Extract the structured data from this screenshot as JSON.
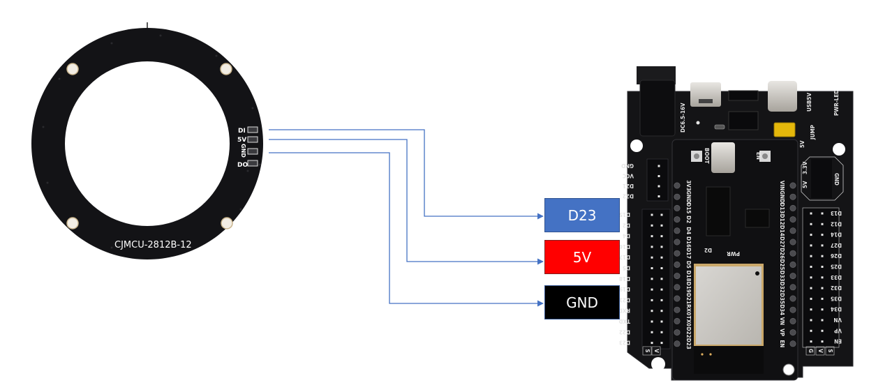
{
  "diagram": {
    "title": "WS2812B 12-LED ring to ESP32 wiring",
    "colors": {
      "wire": "#4472c4",
      "d23_box": "#4472c4",
      "v5_box": "#ff0000",
      "gnd_box": "#000000",
      "pcb": "#141416"
    }
  },
  "led_ring": {
    "model_label": "CJMCU-2812B-12",
    "pads": [
      {
        "label": "DI"
      },
      {
        "label": "5V"
      },
      {
        "label": "GND"
      },
      {
        "label": "DO"
      }
    ]
  },
  "connections": [
    {
      "from": "DI",
      "to": "D23",
      "target_label": "D23"
    },
    {
      "from": "5V",
      "to": "5V",
      "target_label": "5V"
    },
    {
      "from": "GND",
      "to": "GND",
      "target_label": "GND"
    }
  ],
  "esp32_board": {
    "top_labels": {
      "dc_jack": "DC6.5-16V",
      "usb": "USB5V",
      "jumper": "JUMP",
      "pwr_led": "PWR-LED",
      "jumper_5v": "5V",
      "boot": "BOOT",
      "en": "EN",
      "pwr": "PWR",
      "d2": "D2"
    },
    "left_header_top": [
      "GND",
      "VCC",
      "D21",
      "D22"
    ],
    "left_header": [
      "D15",
      "D2",
      "D4",
      "D16",
      "D17",
      "D5",
      "D18",
      "D19",
      "D21",
      "RXD",
      "TXD",
      "D22",
      "D23"
    ],
    "right_header": [
      "D13",
      "D12",
      "D14",
      "D27",
      "D26",
      "D25",
      "D33",
      "D32",
      "D35",
      "D34",
      "VN",
      "VP",
      "EN"
    ],
    "power_header": {
      "labels": [
        "3.3V",
        "5V"
      ],
      "gnd_label": "GND"
    },
    "module_left_pins": [
      "3V3",
      "GND",
      "D15",
      "D2",
      "D4",
      "D16",
      "D17",
      "D5",
      "D18",
      "D19",
      "D21",
      "RX0",
      "TX0",
      "D22",
      "D23"
    ],
    "module_right_pins": [
      "VIN",
      "GND",
      "D13",
      "D12",
      "D14",
      "D27",
      "D26",
      "D25",
      "D33",
      "D32",
      "D35",
      "D34",
      "VN",
      "VP",
      "EN"
    ],
    "header_footer": [
      "S",
      "V",
      "G"
    ]
  }
}
